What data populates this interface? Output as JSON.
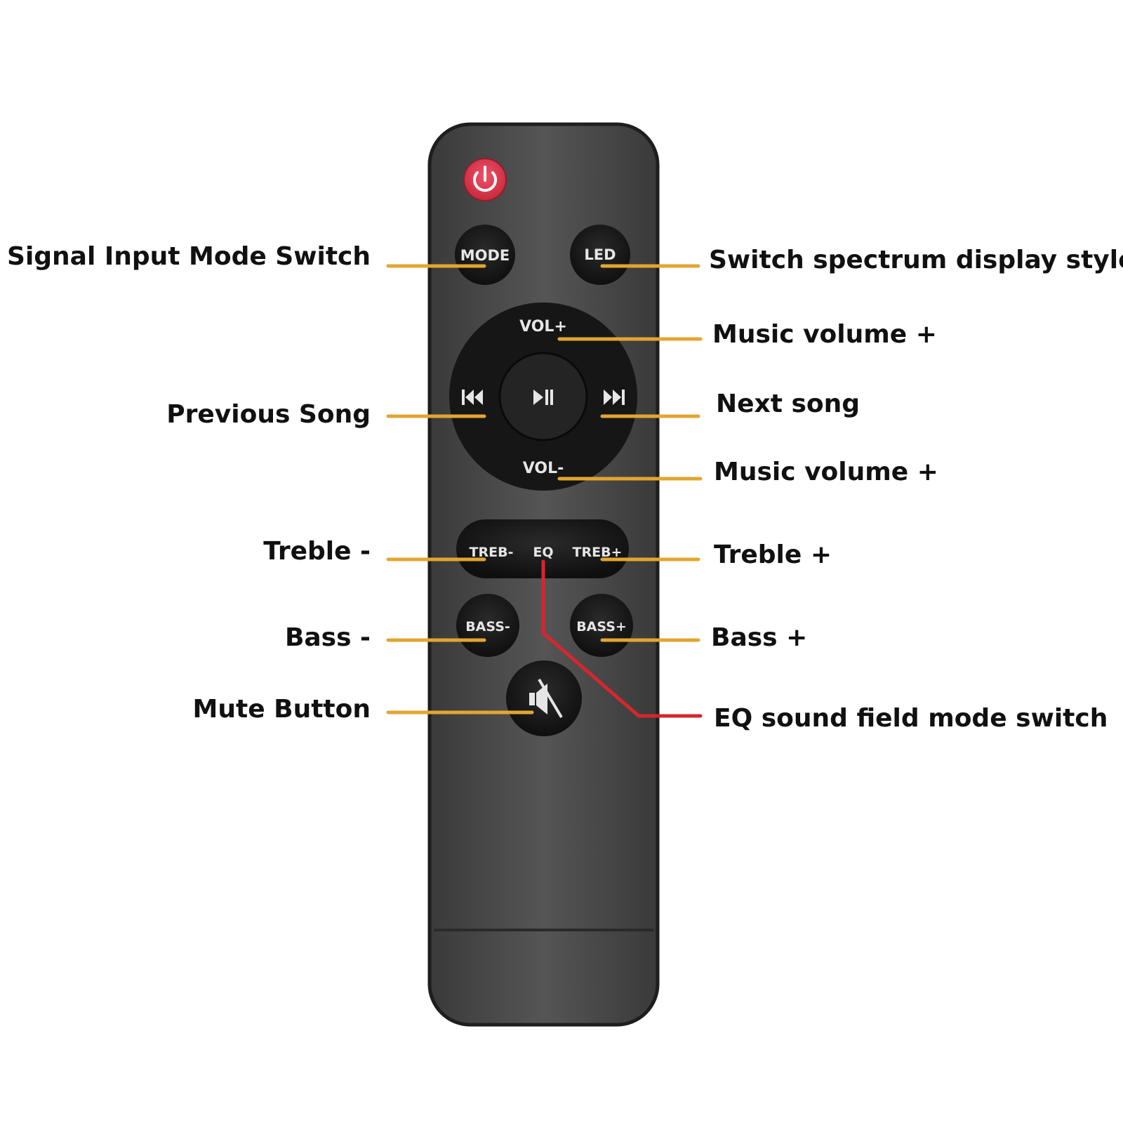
{
  "remote": {
    "buttons": {
      "mode": "MODE",
      "led": "LED",
      "vol_up": "VOL+",
      "vol_down": "VOL-",
      "treb_down": "TREB-",
      "eq": "EQ",
      "treb_up": "TREB+",
      "bass_down": "BASS-",
      "bass_up": "BASS+"
    },
    "icons": [
      "power-icon",
      "previous-icon",
      "play-pause-icon",
      "next-icon",
      "mute-icon"
    ]
  },
  "callouts": {
    "left": {
      "mode": "Signal Input Mode Switch",
      "previous": "Previous Song",
      "treble_down": "Treble -",
      "bass_down": "Bass -",
      "mute": "Mute Button"
    },
    "right": {
      "led": "Switch spectrum display style",
      "vol_up": "Music volume +",
      "next": "Next song",
      "vol_down": "Music volume +",
      "treble_up": "Treble +",
      "bass_up": "Bass +",
      "eq": "EQ sound field mode switch"
    }
  },
  "colors": {
    "leader_line": "#e3a531",
    "eq_leader_line": "#d7262e",
    "remote_body": "#4a4a4a",
    "button": "#161616",
    "power_button": "#e6394a"
  }
}
